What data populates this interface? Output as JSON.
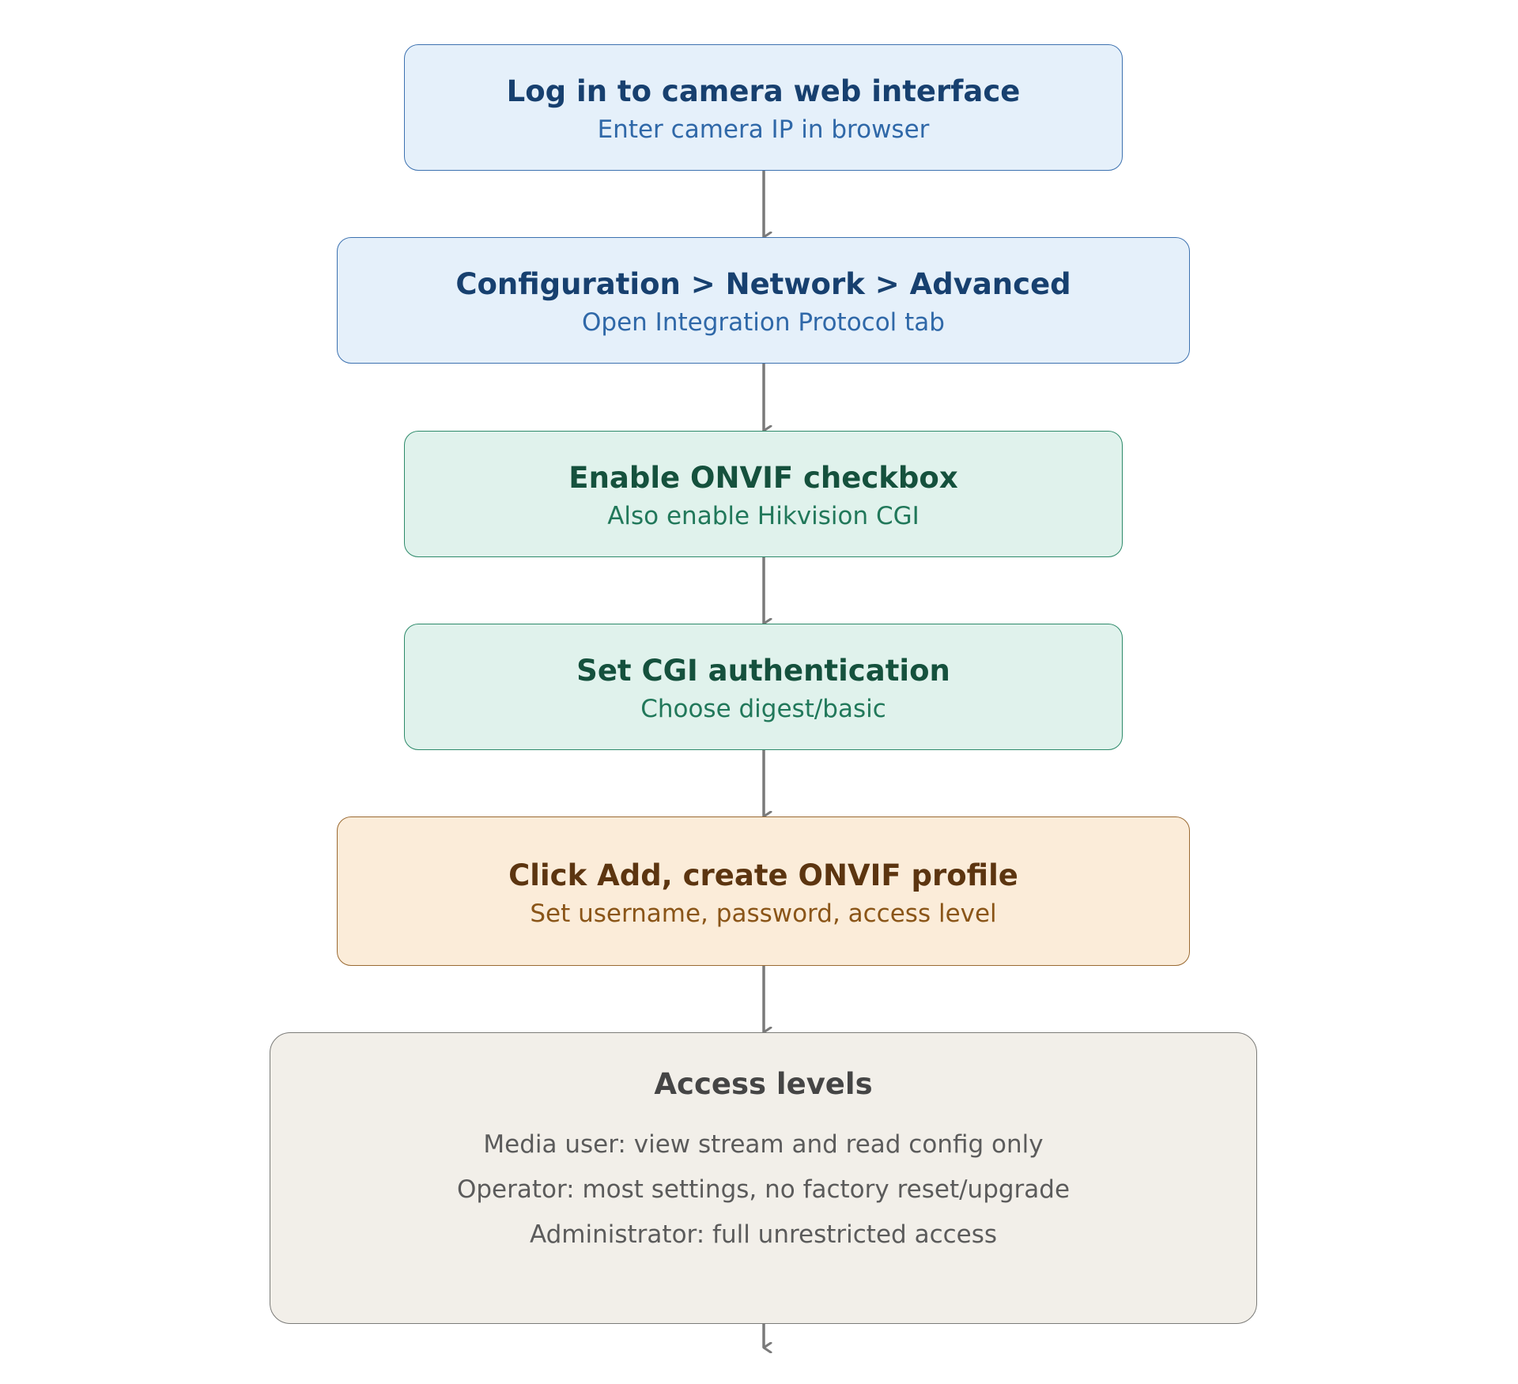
{
  "steps": [
    {
      "title": "Log in to camera web interface",
      "subtitle": "Enter camera IP in browser"
    },
    {
      "title": "Configuration > Network > Advanced",
      "subtitle": "Open Integration Protocol tab"
    },
    {
      "title": "Enable ONVIF checkbox",
      "subtitle": "Also enable Hikvision CGI"
    },
    {
      "title": "Set CGI authentication",
      "subtitle": "Choose digest/basic"
    },
    {
      "title": "Click Add, create ONVIF profile",
      "subtitle": "Set username, password, access level"
    }
  ],
  "access_levels": {
    "title": "Access levels",
    "lines": [
      "Media user: view stream and read config only",
      "Operator: most settings, no factory reset/upgrade",
      "Administrator: full unrestricted access"
    ]
  },
  "colors": {
    "blue_fill": "#e5f0fa",
    "green_fill": "#e0f2ec",
    "orange_fill": "#fbecd9",
    "gray_fill": "#f2efe9",
    "arrow": "#7a7a7a"
  }
}
